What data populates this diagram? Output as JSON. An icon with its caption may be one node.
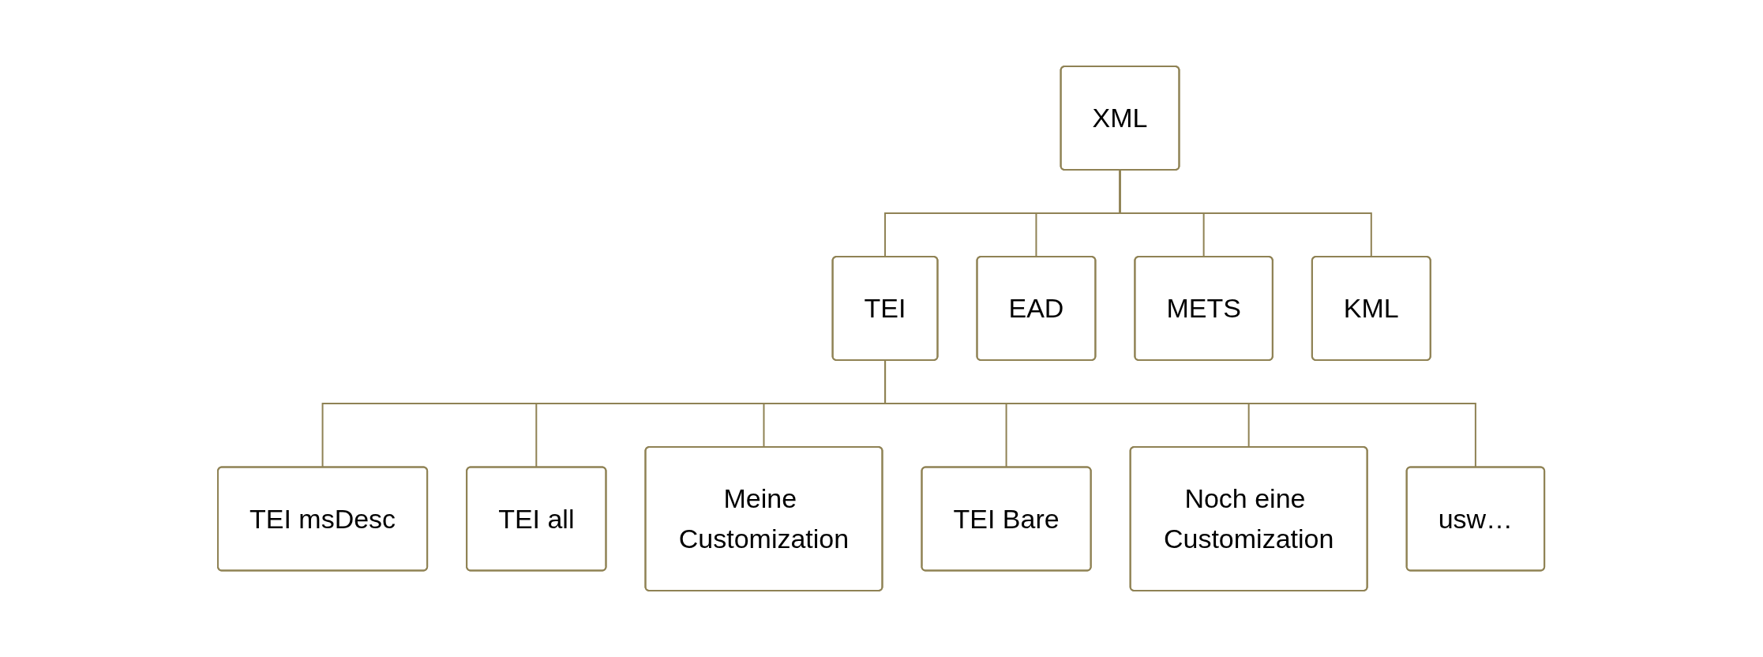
{
  "diagram": {
    "nodes": [
      {
        "text": [
          "XML"
        ]
      },
      {
        "text": [
          "TEI"
        ]
      },
      {
        "text": [
          "EAD"
        ]
      },
      {
        "text": [
          "METS"
        ]
      },
      {
        "text": [
          "KML"
        ]
      },
      {
        "text": [
          "TEI msDesc"
        ]
      },
      {
        "text": [
          "TEI all"
        ]
      },
      {
        "text": [
          "Meine Customization"
        ]
      },
      {
        "text": [
          "TEI Bare"
        ]
      },
      {
        "text": [
          "Noch eine Customization"
        ]
      },
      {
        "text": [
          "usw…"
        ]
      }
    ],
    "edges": [
      {
        "from": 0,
        "to": 1,
        "arrow": "none"
      },
      {
        "from": 0,
        "to": 2,
        "arrow": "none"
      },
      {
        "from": 0,
        "to": 3,
        "arrow": "none"
      },
      {
        "from": 0,
        "to": 4,
        "arrow": "none"
      },
      {
        "from": 1,
        "to": 5,
        "arrow": "none"
      },
      {
        "from": 1,
        "to": 6,
        "arrow": "none"
      },
      {
        "from": 1,
        "to": 7,
        "arrow": "none"
      },
      {
        "from": 1,
        "to": 8,
        "arrow": "none"
      },
      {
        "from": 1,
        "to": 9,
        "arrow": "none"
      },
      {
        "from": 1,
        "to": 10,
        "arrow": "none"
      }
    ]
  }
}
